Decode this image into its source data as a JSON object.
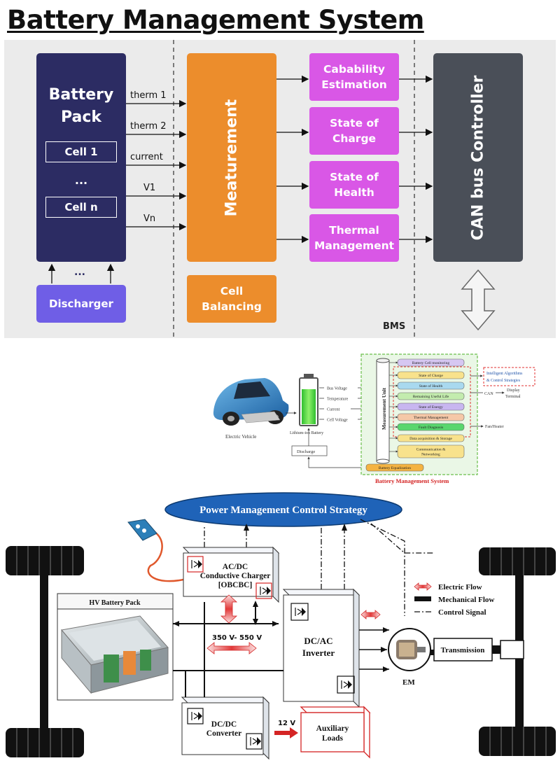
{
  "title": "Battery Management System",
  "panel1": {
    "battery_pack": "Battery\nPack",
    "cell_1": "Cell 1",
    "cell_dots": "...",
    "cell_n": "Cell n",
    "discharger": "Discharger",
    "discharger_dots": "...",
    "signals": [
      "therm 1",
      "therm 2",
      "current",
      "V1",
      "Vn"
    ],
    "measurement": "Meaturement",
    "cell_balancing": "Cell\nBalancing",
    "estimators": [
      "Cabability\nEstimation",
      "State of\nCharge",
      "State of\nHealth",
      "Thermal\nManagement"
    ],
    "can_controller": "CAN bus Controller",
    "bms_label": "BMS"
  },
  "panel2": {
    "electric_vehicle": "Electric Vehicle",
    "battery": "Lithium-ion Battery",
    "inputs": [
      "Bus Voltage",
      "Temperature",
      "Current",
      "Cell Voltage"
    ],
    "discharge": "Discharge",
    "measurement_unit": "Measurement Unit",
    "functions": [
      "Battery Cell monitoring",
      "State of Charge",
      "State of Health",
      "Remaining Useful Life",
      "State of Energy",
      "Thermal Management",
      "Fault Diagnosis",
      "Data acquisition & Storage",
      "Communication &\nNetworking",
      "Battery Equalization"
    ],
    "function_colors": [
      "#d6c7f2",
      "#f8e28c",
      "#a9d9ef",
      "#c3ecae",
      "#c8b6f0",
      "#f5c8a8",
      "#59d66e",
      "#f8e28c",
      "#f8e28c",
      "#f4b342"
    ],
    "intelligent": "Intelligent Algorithms\n& Control Strategies",
    "can": "CAN",
    "display_terminal": "Display\nTerminal",
    "fan_heater": "Fan/Heater",
    "footer": "Battery Management System"
  },
  "panel3": {
    "strategy": "Power Management Control Strategy",
    "charger": "AC/DC\nConductive Charger\n[OBCBC]",
    "hv_pack": "HV Battery Pack",
    "voltage": "350 V- 550 V",
    "inverter": "DC/AC\nInverter",
    "converter": "DC/DC\nConverter",
    "twelve_v": "12 V",
    "aux": "Auxiliary\nLoads",
    "em": "EM",
    "transmission": "Transmission",
    "legend": [
      "Electric  Flow",
      "Mechanical Flow",
      "Control Signal"
    ]
  },
  "colors": {
    "navy": "#2c2c63",
    "orange": "#ec8d2c",
    "magenta": "#d957e6",
    "slate": "#4a4f58",
    "violet": "#6f5ee6",
    "ellipse_blue": "#1f63b8",
    "flow_red": "#d42424"
  }
}
